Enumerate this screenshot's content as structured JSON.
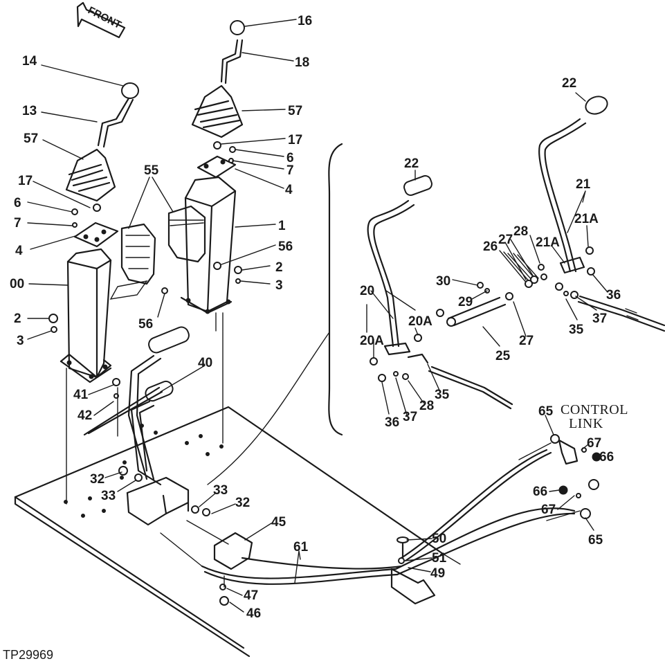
{
  "diagram": {
    "figure_id": "TP29969",
    "front_arrow_label": "FRONT",
    "control_link_label_line1": "CONTROL",
    "control_link_label_line2": "LINK"
  },
  "callouts": [
    {
      "id": "c14",
      "text": "14"
    },
    {
      "id": "c13",
      "text": "13"
    },
    {
      "id": "c57a",
      "text": "57"
    },
    {
      "id": "c17a",
      "text": "17"
    },
    {
      "id": "c6a",
      "text": "6"
    },
    {
      "id": "c7a",
      "text": "7"
    },
    {
      "id": "c4a",
      "text": "4"
    },
    {
      "id": "c00",
      "text": "00"
    },
    {
      "id": "c2a",
      "text": "2"
    },
    {
      "id": "c3a",
      "text": "3"
    },
    {
      "id": "c55",
      "text": "55"
    },
    {
      "id": "c56a",
      "text": "56"
    },
    {
      "id": "c16",
      "text": "16"
    },
    {
      "id": "c18",
      "text": "18"
    },
    {
      "id": "c57b",
      "text": "57"
    },
    {
      "id": "c17b",
      "text": "17"
    },
    {
      "id": "c6b",
      "text": "6"
    },
    {
      "id": "c7b",
      "text": "7"
    },
    {
      "id": "c4b",
      "text": "4"
    },
    {
      "id": "c1",
      "text": "1"
    },
    {
      "id": "c56b",
      "text": "56"
    },
    {
      "id": "c2b",
      "text": "2"
    },
    {
      "id": "c3b",
      "text": "3"
    },
    {
      "id": "c22a",
      "text": "22"
    },
    {
      "id": "c20",
      "text": "20"
    },
    {
      "id": "c20Aa",
      "text": "20A"
    },
    {
      "id": "c20Ab",
      "text": "20A"
    },
    {
      "id": "c36a",
      "text": "36"
    },
    {
      "id": "c37a",
      "text": "37"
    },
    {
      "id": "c28a",
      "text": "28"
    },
    {
      "id": "c35a",
      "text": "35"
    },
    {
      "id": "c30",
      "text": "30"
    },
    {
      "id": "c29",
      "text": "29"
    },
    {
      "id": "c25",
      "text": "25"
    },
    {
      "id": "c27a",
      "text": "27"
    },
    {
      "id": "c26",
      "text": "26"
    },
    {
      "id": "c27b",
      "text": "27"
    },
    {
      "id": "c28b",
      "text": "28"
    },
    {
      "id": "c22b",
      "text": "22"
    },
    {
      "id": "c21",
      "text": "21"
    },
    {
      "id": "c21Aa",
      "text": "21A"
    },
    {
      "id": "c21Ab",
      "text": "21A"
    },
    {
      "id": "c36b",
      "text": "36"
    },
    {
      "id": "c37b",
      "text": "37"
    },
    {
      "id": "c35b",
      "text": "35"
    },
    {
      "id": "c40",
      "text": "40"
    },
    {
      "id": "c41",
      "text": "41"
    },
    {
      "id": "c42",
      "text": "42"
    },
    {
      "id": "c32a",
      "text": "32"
    },
    {
      "id": "c33a",
      "text": "33"
    },
    {
      "id": "c33b",
      "text": "33"
    },
    {
      "id": "c32b",
      "text": "32"
    },
    {
      "id": "c45",
      "text": "45"
    },
    {
      "id": "c61",
      "text": "61"
    },
    {
      "id": "c47",
      "text": "47"
    },
    {
      "id": "c46",
      "text": "46"
    },
    {
      "id": "c50",
      "text": "50"
    },
    {
      "id": "c51",
      "text": "51"
    },
    {
      "id": "c49",
      "text": "49"
    },
    {
      "id": "c65a",
      "text": "65"
    },
    {
      "id": "c67a",
      "text": "67"
    },
    {
      "id": "c66a",
      "text": "66"
    },
    {
      "id": "c66b",
      "text": "66"
    },
    {
      "id": "c67b",
      "text": "67"
    },
    {
      "id": "c65b",
      "text": "65"
    }
  ]
}
